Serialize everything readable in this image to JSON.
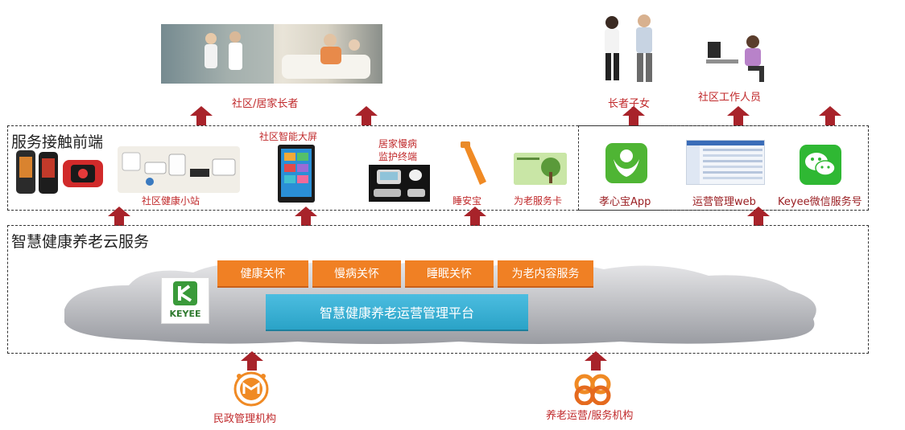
{
  "top": {
    "residents_label": "社区/居家长者",
    "children_label": "长者子女",
    "staff_label": "社区工作人员"
  },
  "front": {
    "title": "服务接触前端",
    "items": {
      "health_station": "社区健康小站",
      "smart_screen": "社区智能大屏",
      "chronic_monitor_line1": "居家慢病",
      "chronic_monitor_line2": "监护终端",
      "sleep_device": "睡安宝",
      "elder_card": "为老服务卡",
      "app": "孝心宝App",
      "web": "运营管理web",
      "wechat": "Keyee微信服务号"
    }
  },
  "cloud": {
    "title": "智慧健康养老云服务",
    "services": [
      "健康关怀",
      "慢病关怀",
      "睡眠关怀",
      "为老内容服务"
    ],
    "platform": "智慧健康养老运营管理平台",
    "logo_text": "KEYEE"
  },
  "bottom": {
    "civil_affairs": "民政管理机构",
    "operator": "养老运营/服务机构"
  },
  "colors": {
    "arrow_red": "#a8232a",
    "label_red": "#c0282a",
    "orange": "#f08024",
    "platform_blue": "#2aa3c7",
    "logo_green": "#3a9a3a"
  }
}
